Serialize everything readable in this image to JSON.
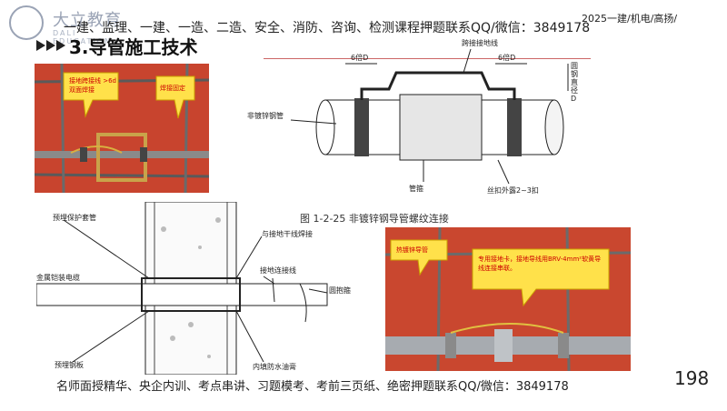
{
  "header": {
    "brand_name": "大立教育",
    "brand_sub": "DALI EDUCATION",
    "course_line": "一建、监理、一建、一造、二造、安全、消防、咨询、检测课程押题联系QQ/微信：3849178",
    "course_tag": "2025一建/机电/高扬/"
  },
  "section": {
    "title": "3.导管施工技术"
  },
  "figure_top_right": {
    "caption": "图 1-2-25   非镀锌钢导管螺纹连接",
    "labels": {
      "pipe": "非镀锌钢管",
      "coupling": "管箍",
      "thread": "丝扣外露2~3扣",
      "six_d_left": "6倍D",
      "six_d_right": "6倍D",
      "bend": "圆钢直径D",
      "ground_wire": "跨接接地线"
    }
  },
  "figure_top_left": {
    "bubble1": "接地跨接线 >6d双面焊接",
    "bubble2": "焊接固定"
  },
  "figure_bottom_left": {
    "labels": {
      "sleeve": "预埋保护套管",
      "weld_to_main": "与接地干线焊接",
      "ground_conn": "接地连接线",
      "cable": "金属铠装电缆",
      "clamp": "圆抱箍",
      "plate": "预埋钢板",
      "sealant": "内填防水油膏"
    }
  },
  "figure_bottom_right": {
    "bubble1": "热镀锌导管",
    "bubble2": "专用接地卡，接地导线用BRV-4mm²软黄导线连接串联。"
  },
  "footer": {
    "text": "名师面授精华、央企内训、考点串讲、习题模考、考前三页纸、绝密押题联系QQ/微信：3849178",
    "page": "198"
  }
}
